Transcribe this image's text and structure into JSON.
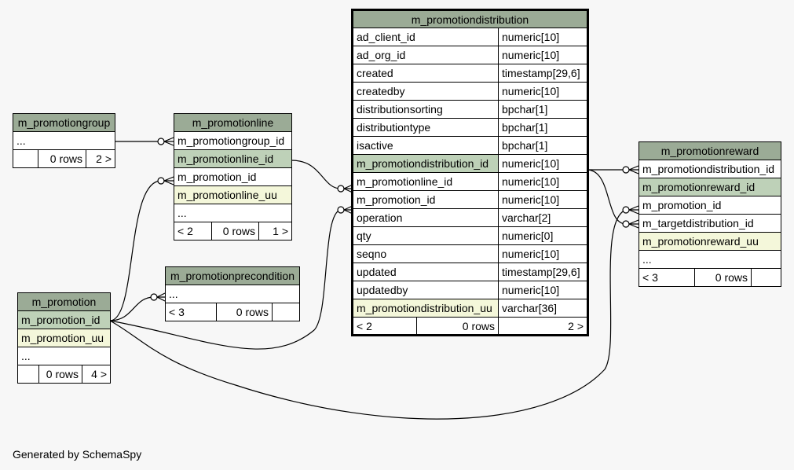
{
  "footer": "Generated by SchemaSpy",
  "colors": {
    "header": "#9bab96",
    "primary_key": "#bed1b8",
    "unique": "#f4f7da",
    "background": "#f7f7f7"
  },
  "tables": {
    "promotiongroup": {
      "name": "m_promotiongroup",
      "ellipsis": "...",
      "rows": "0 rows",
      "children": "2 >"
    },
    "promotionline": {
      "name": "m_promotionline",
      "columns": [
        "m_promotiongroup_id",
        "m_promotionline_id",
        "m_promotion_id",
        "m_promotionline_uu"
      ],
      "ellipsis": "...",
      "parents": "< 2",
      "rows": "0 rows",
      "children": "1 >"
    },
    "promotionprecondition": {
      "name": "m_promotionprecondition",
      "ellipsis": "...",
      "parents": "< 3",
      "rows": "0 rows"
    },
    "promotion": {
      "name": "m_promotion",
      "columns": [
        "m_promotion_id",
        "m_promotion_uu"
      ],
      "ellipsis": "...",
      "rows": "0 rows",
      "children": "4 >"
    },
    "promotiondistribution": {
      "name": "m_promotiondistribution",
      "columns": [
        {
          "name": "ad_client_id",
          "type": "numeric[10]"
        },
        {
          "name": "ad_org_id",
          "type": "numeric[10]"
        },
        {
          "name": "created",
          "type": "timestamp[29,6]"
        },
        {
          "name": "createdby",
          "type": "numeric[10]"
        },
        {
          "name": "distributionsorting",
          "type": "bpchar[1]"
        },
        {
          "name": "distributiontype",
          "type": "bpchar[1]"
        },
        {
          "name": "isactive",
          "type": "bpchar[1]"
        },
        {
          "name": "m_promotiondistribution_id",
          "type": "numeric[10]"
        },
        {
          "name": "m_promotionline_id",
          "type": "numeric[10]"
        },
        {
          "name": "m_promotion_id",
          "type": "numeric[10]"
        },
        {
          "name": "operation",
          "type": "varchar[2]"
        },
        {
          "name": "qty",
          "type": "numeric[0]"
        },
        {
          "name": "seqno",
          "type": "numeric[10]"
        },
        {
          "name": "updated",
          "type": "timestamp[29,6]"
        },
        {
          "name": "updatedby",
          "type": "numeric[10]"
        },
        {
          "name": "m_promotiondistribution_uu",
          "type": "varchar[36]"
        }
      ],
      "parents": "< 2",
      "rows": "0 rows",
      "children": "2 >"
    },
    "promotionreward": {
      "name": "m_promotionreward",
      "columns": [
        "m_promotiondistribution_id",
        "m_promotionreward_id",
        "m_promotion_id",
        "m_targetdistribution_id",
        "m_promotionreward_uu"
      ],
      "ellipsis": "...",
      "parents": "< 3",
      "rows": "0 rows"
    }
  }
}
